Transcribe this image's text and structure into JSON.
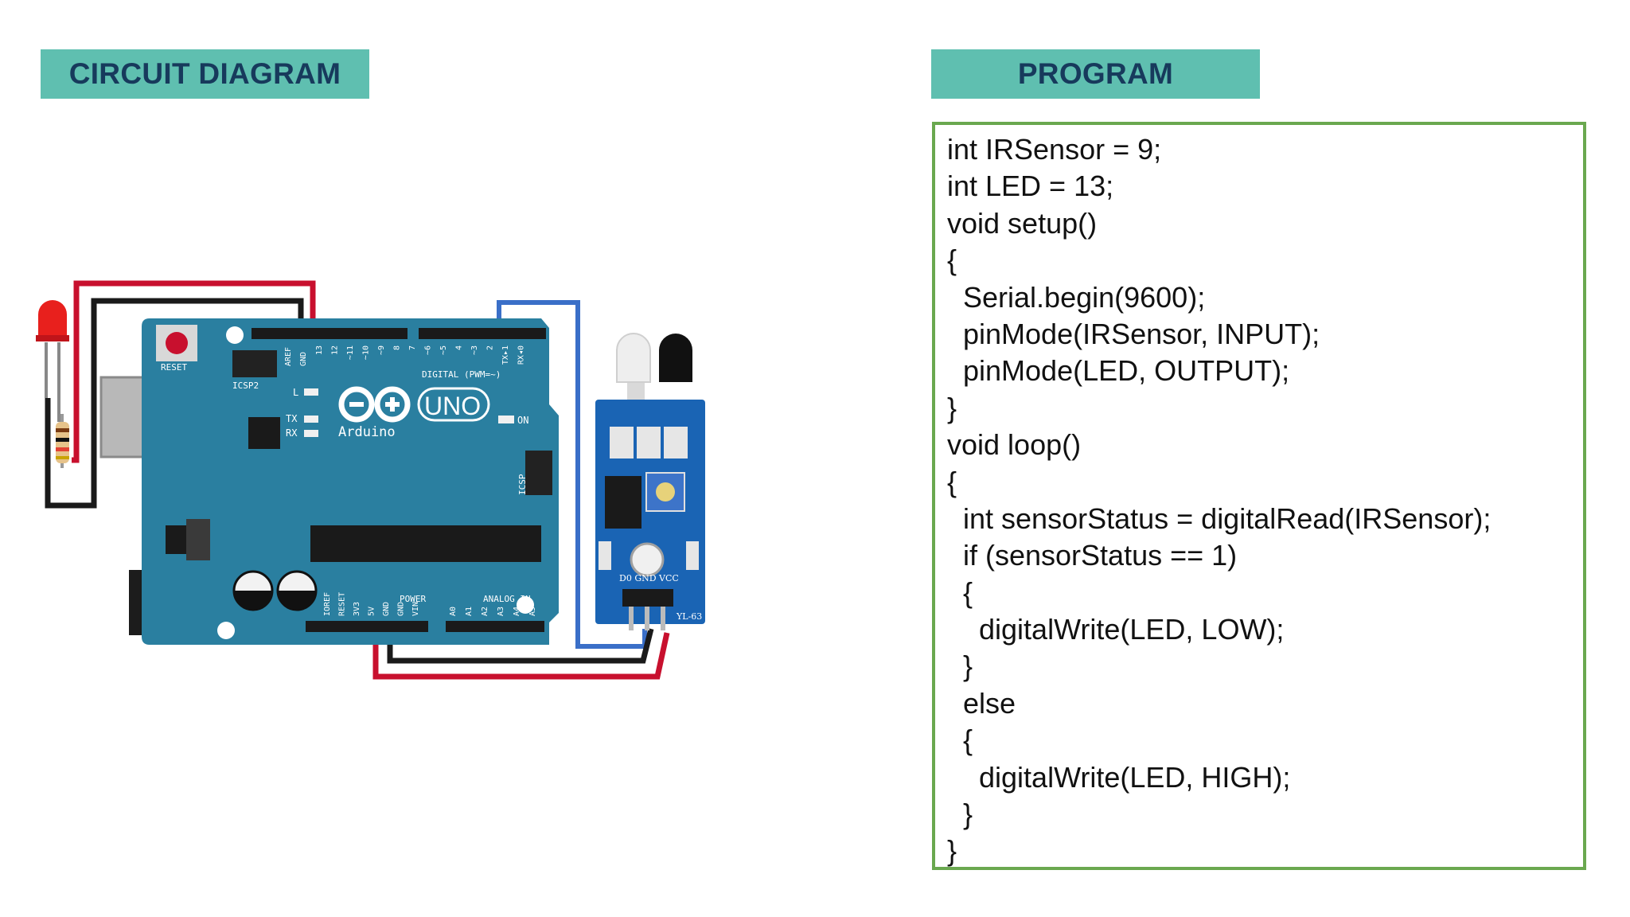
{
  "headers": {
    "circuit": "CIRCUIT DIAGRAM",
    "program": "PROGRAM"
  },
  "board": {
    "logo_text": "UNO",
    "brand": "Arduino",
    "reset_label": "RESET",
    "icsp2_label": "ICSP2",
    "icsp_label": "ICSP",
    "digital_label": "DIGITAL (PWM=~)",
    "aref_label": "AREF",
    "gnd_label": "GND",
    "l_label": "L",
    "tx_label": "TX",
    "rx_label": "RX",
    "on_label": "ON",
    "power_label": "POWER",
    "analog_label": "ANALOG IN",
    "digital_pins": [
      "13",
      "12",
      "~11",
      "~10",
      "~9",
      "8",
      "7",
      "~6",
      "~5",
      "4",
      "~3",
      "2",
      "TX▸1",
      "RX◂0"
    ],
    "power_pins": [
      "IOREF",
      "RESET",
      "3V3",
      "5V",
      "GND",
      "GND",
      "VIN"
    ],
    "analog_pins": [
      "A0",
      "A1",
      "A2",
      "A3",
      "A4",
      "A5"
    ]
  },
  "sensor": {
    "pin_label": "D0 GND VCC",
    "model": "YL-63"
  },
  "colors": {
    "header_bg": "#5fbfb0",
    "header_text": "#173a5c",
    "code_border": "#6aa84f",
    "board": "#2a7fa0",
    "wire_red": "#c8102e",
    "wire_black": "#1a1a1a",
    "wire_blue": "#3a6fc8"
  },
  "code": [
    "int IRSensor = 9;",
    "int LED = 13;",
    "void setup()",
    "{",
    "  Serial.begin(9600);",
    "  pinMode(IRSensor, INPUT);",
    "  pinMode(LED, OUTPUT);",
    "}",
    "void loop()",
    "{",
    "  int sensorStatus = digitalRead(IRSensor);",
    "  if (sensorStatus == 1)",
    "  {",
    "    digitalWrite(LED, LOW);",
    "  }",
    "  else",
    "  {",
    "    digitalWrite(LED, HIGH);",
    "  }",
    "}"
  ]
}
